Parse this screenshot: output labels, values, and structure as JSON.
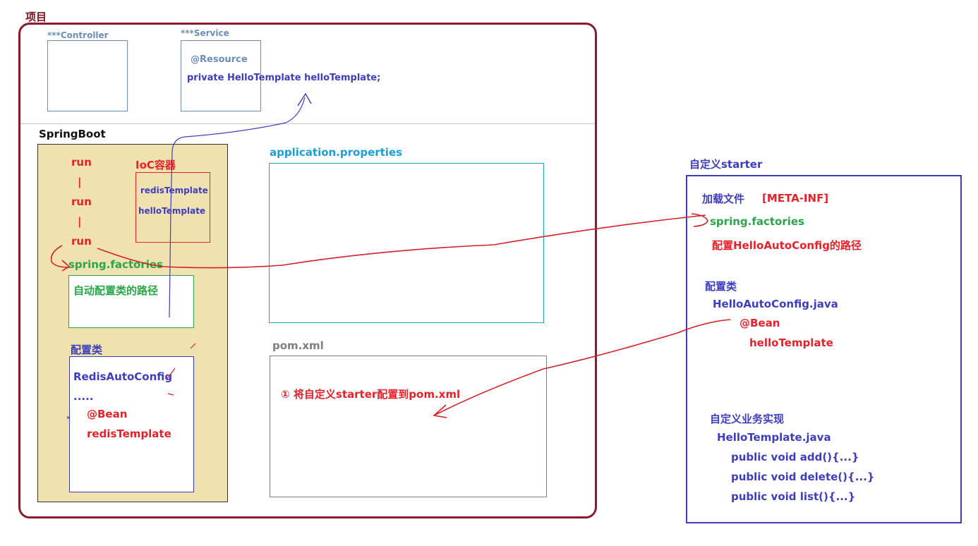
{
  "project": {
    "title": "项目"
  },
  "controller": {
    "label": "***Controller"
  },
  "service": {
    "label": "***Service",
    "annotation": "@Resource",
    "field": "private HelloTemplate helloTemplate;"
  },
  "springboot": {
    "title": "SpringBoot",
    "run_steps": [
      "run",
      "|",
      "run",
      "|",
      "run"
    ],
    "ioc": {
      "title": "IoC容器",
      "items": [
        "redisTemplate",
        "helloTemplate"
      ]
    },
    "factories": "spring.factories",
    "auto_config_path": "自动配置类的路径",
    "config_class": {
      "title": "配置类",
      "class_name": "RedisAutoConfig",
      "ellipsis": ".....",
      "annotation": "@Bean",
      "bean": "redisTemplate"
    }
  },
  "app_properties": {
    "title": "application.properties"
  },
  "pom": {
    "title": "pom.xml",
    "note": "① 将自定义starter配置到pom.xml"
  },
  "starter": {
    "title": "自定义starter",
    "load_file": "加载文件",
    "meta_inf": "[META-INF]",
    "factories": "spring.factories",
    "config_path": "配置HelloAutoConfig的路径",
    "config_title": "配置类",
    "config_class": "HelloAutoConfig.java",
    "bean_annotation": "@Bean",
    "bean_name": "helloTemplate",
    "biz_title": "自定义业务实现",
    "biz_class": "HelloTemplate.java",
    "methods": [
      "public void add(){...}",
      "public void delete(){...}",
      "public void list(){...}"
    ]
  },
  "colors": {
    "project_border": "#8b1a2c",
    "springboot_fill": "#f0e2ae",
    "ioc_border": "#e8202a",
    "green_border": "#2aa64a",
    "cyan_border": "#1c9fd6",
    "blue_border": "#3d3dc0",
    "annotation_line": "#e8202a",
    "arrow_blue": "#3d3dc0"
  }
}
